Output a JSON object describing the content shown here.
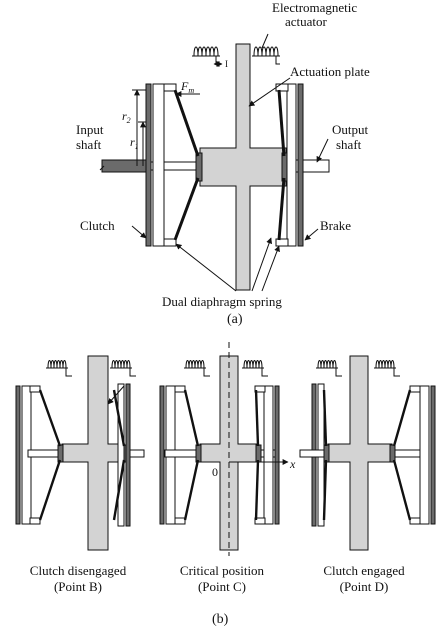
{
  "colors": {
    "stroke": "#111111",
    "plate": "#d3d3d3",
    "dark": "#6b6b6b",
    "light": "#ffffff"
  },
  "labels": {
    "electromagnetic_actuator": [
      "Electromagnetic",
      "actuator"
    ],
    "actuation_plate": "Actuation plate",
    "input_shaft": [
      "Input",
      "shaft"
    ],
    "output_shaft": [
      "Output",
      "shaft"
    ],
    "clutch": "Clutch",
    "brake": "Brake",
    "spring": "Dual diaphragm spring",
    "force": "F",
    "force_sub": "m",
    "r2": "r",
    "r2_sub": "2",
    "r1": "r",
    "r1_sub": "1",
    "gap": "I"
  },
  "captions": {
    "a": "(a)",
    "b": "(b)"
  },
  "panels": [
    {
      "title": "Clutch disengaged",
      "point": "(Point B)"
    },
    {
      "title": "Critical position",
      "point": "(Point C)"
    },
    {
      "title": "Clutch engaged",
      "point": "(Point D)"
    }
  ],
  "axis": {
    "x": "x",
    "origin": "0"
  }
}
